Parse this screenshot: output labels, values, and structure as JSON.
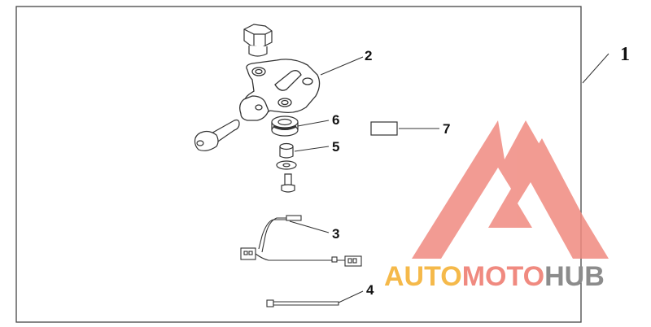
{
  "callouts": {
    "c1": "1",
    "c2": "2",
    "c3": "3",
    "c4": "4",
    "c5": "5",
    "c6": "6",
    "c7": "7"
  },
  "watermark": {
    "part_auto": "AUTO",
    "part_moto": "MOTO",
    "part_hub": "HUB",
    "color_auto": "#f5b94a",
    "color_moto": "#f08a80",
    "color_hub": "#8c8c8c",
    "logo_color": "#f08a80"
  },
  "colors": {
    "line": "#333333",
    "frame": "#444444"
  }
}
